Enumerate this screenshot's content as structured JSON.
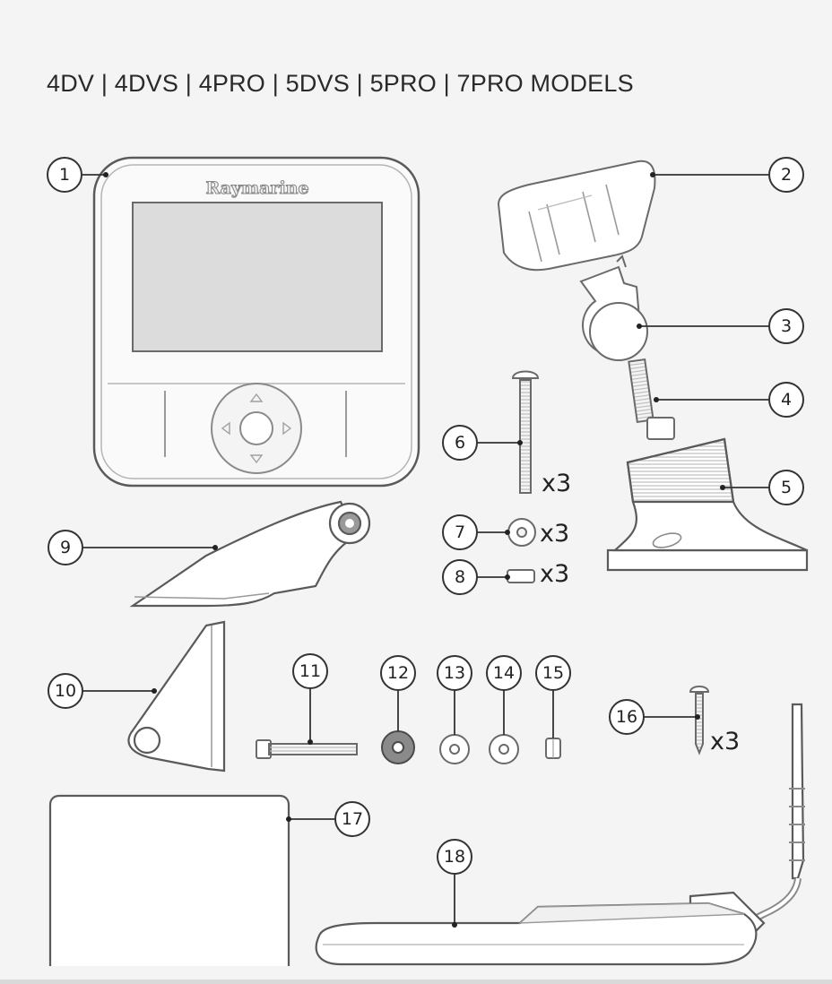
{
  "title": "4DV | 4DVS | 4PRO | 5DVS | 5PRO | 7PRO MODELS",
  "brand": "Raymarine",
  "callouts": [
    "1",
    "2",
    "3",
    "4",
    "5",
    "6",
    "7",
    "8",
    "9",
    "10",
    "11",
    "12",
    "13",
    "14",
    "15",
    "16",
    "17",
    "18"
  ],
  "quantities": {
    "q6": "x3",
    "q7": "x3",
    "q8": "x3",
    "q16": "x3"
  },
  "colors": {
    "background": "#f4f4f4",
    "line": "#4a4a4a",
    "fill": "#ffffff",
    "screen": "#dcdcdc"
  }
}
